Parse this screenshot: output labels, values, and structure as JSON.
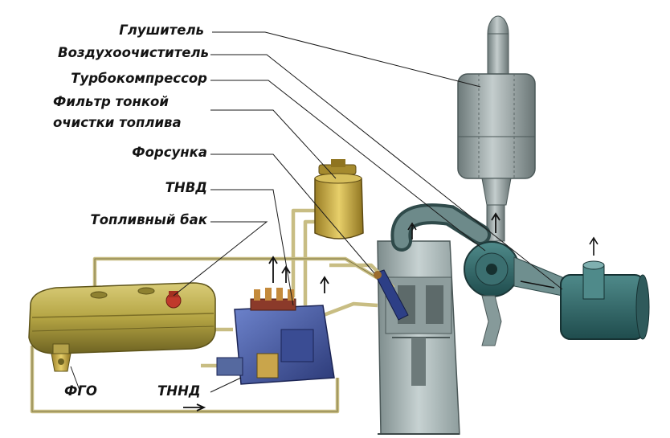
{
  "labels": {
    "muffler": "Глушитель",
    "air_cleaner": "Воздухоочиститель",
    "turbo": "Турбокомпрессор",
    "fine_filter_line1": "Фильтр тонкой",
    "fine_filter_line2": "очистки топлива",
    "injector": "Форсунка",
    "hp_pump": "ТНВД",
    "fuel_tank": "Топливный бак",
    "coarse_filter": "ФГО",
    "lp_pump": "ТННД"
  },
  "colors": {
    "tank": "#b9a94a",
    "tank_dark": "#7f7228",
    "pipe": "#b9b07a",
    "pump": "#4a5fae",
    "pump_dark": "#2c3a78",
    "engine": "#a9b8b8",
    "engine_dark": "#5f6f70",
    "turbo": "#3f7f80",
    "muffler": "#9aa6a6",
    "filter": "#d0b24c",
    "leader": "#1a1a1a"
  }
}
